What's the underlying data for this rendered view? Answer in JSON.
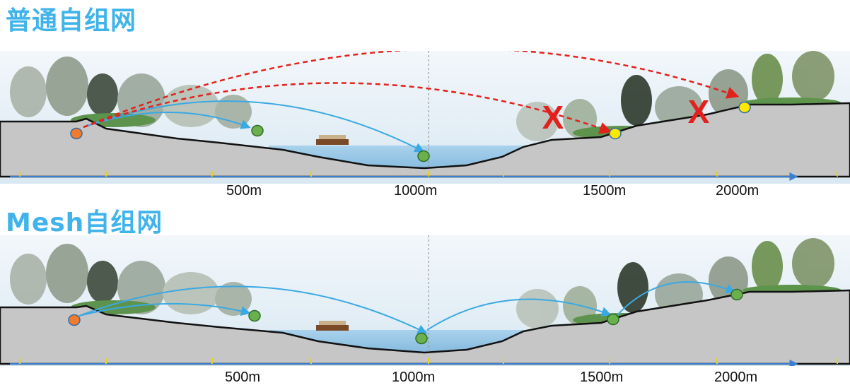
{
  "titles": {
    "normal": "普通自组网",
    "mesh": "Mesh自组网"
  },
  "distance_labels": [
    "500m",
    "1000m",
    "1500m",
    "2000m"
  ],
  "failure_mark": "X",
  "colors": {
    "title": "#3fb3ea",
    "sky": "#e3eef5",
    "ground": "#c7c7c7",
    "water": "#8ec3e4",
    "blue_arrow": "#3aa9e3",
    "red_arrow": "#e3211c",
    "orange_node": "#f07b2e",
    "green_node": "#6ab04c",
    "yellow_node": "#ffe800",
    "tick": "#e6d21c"
  }
}
